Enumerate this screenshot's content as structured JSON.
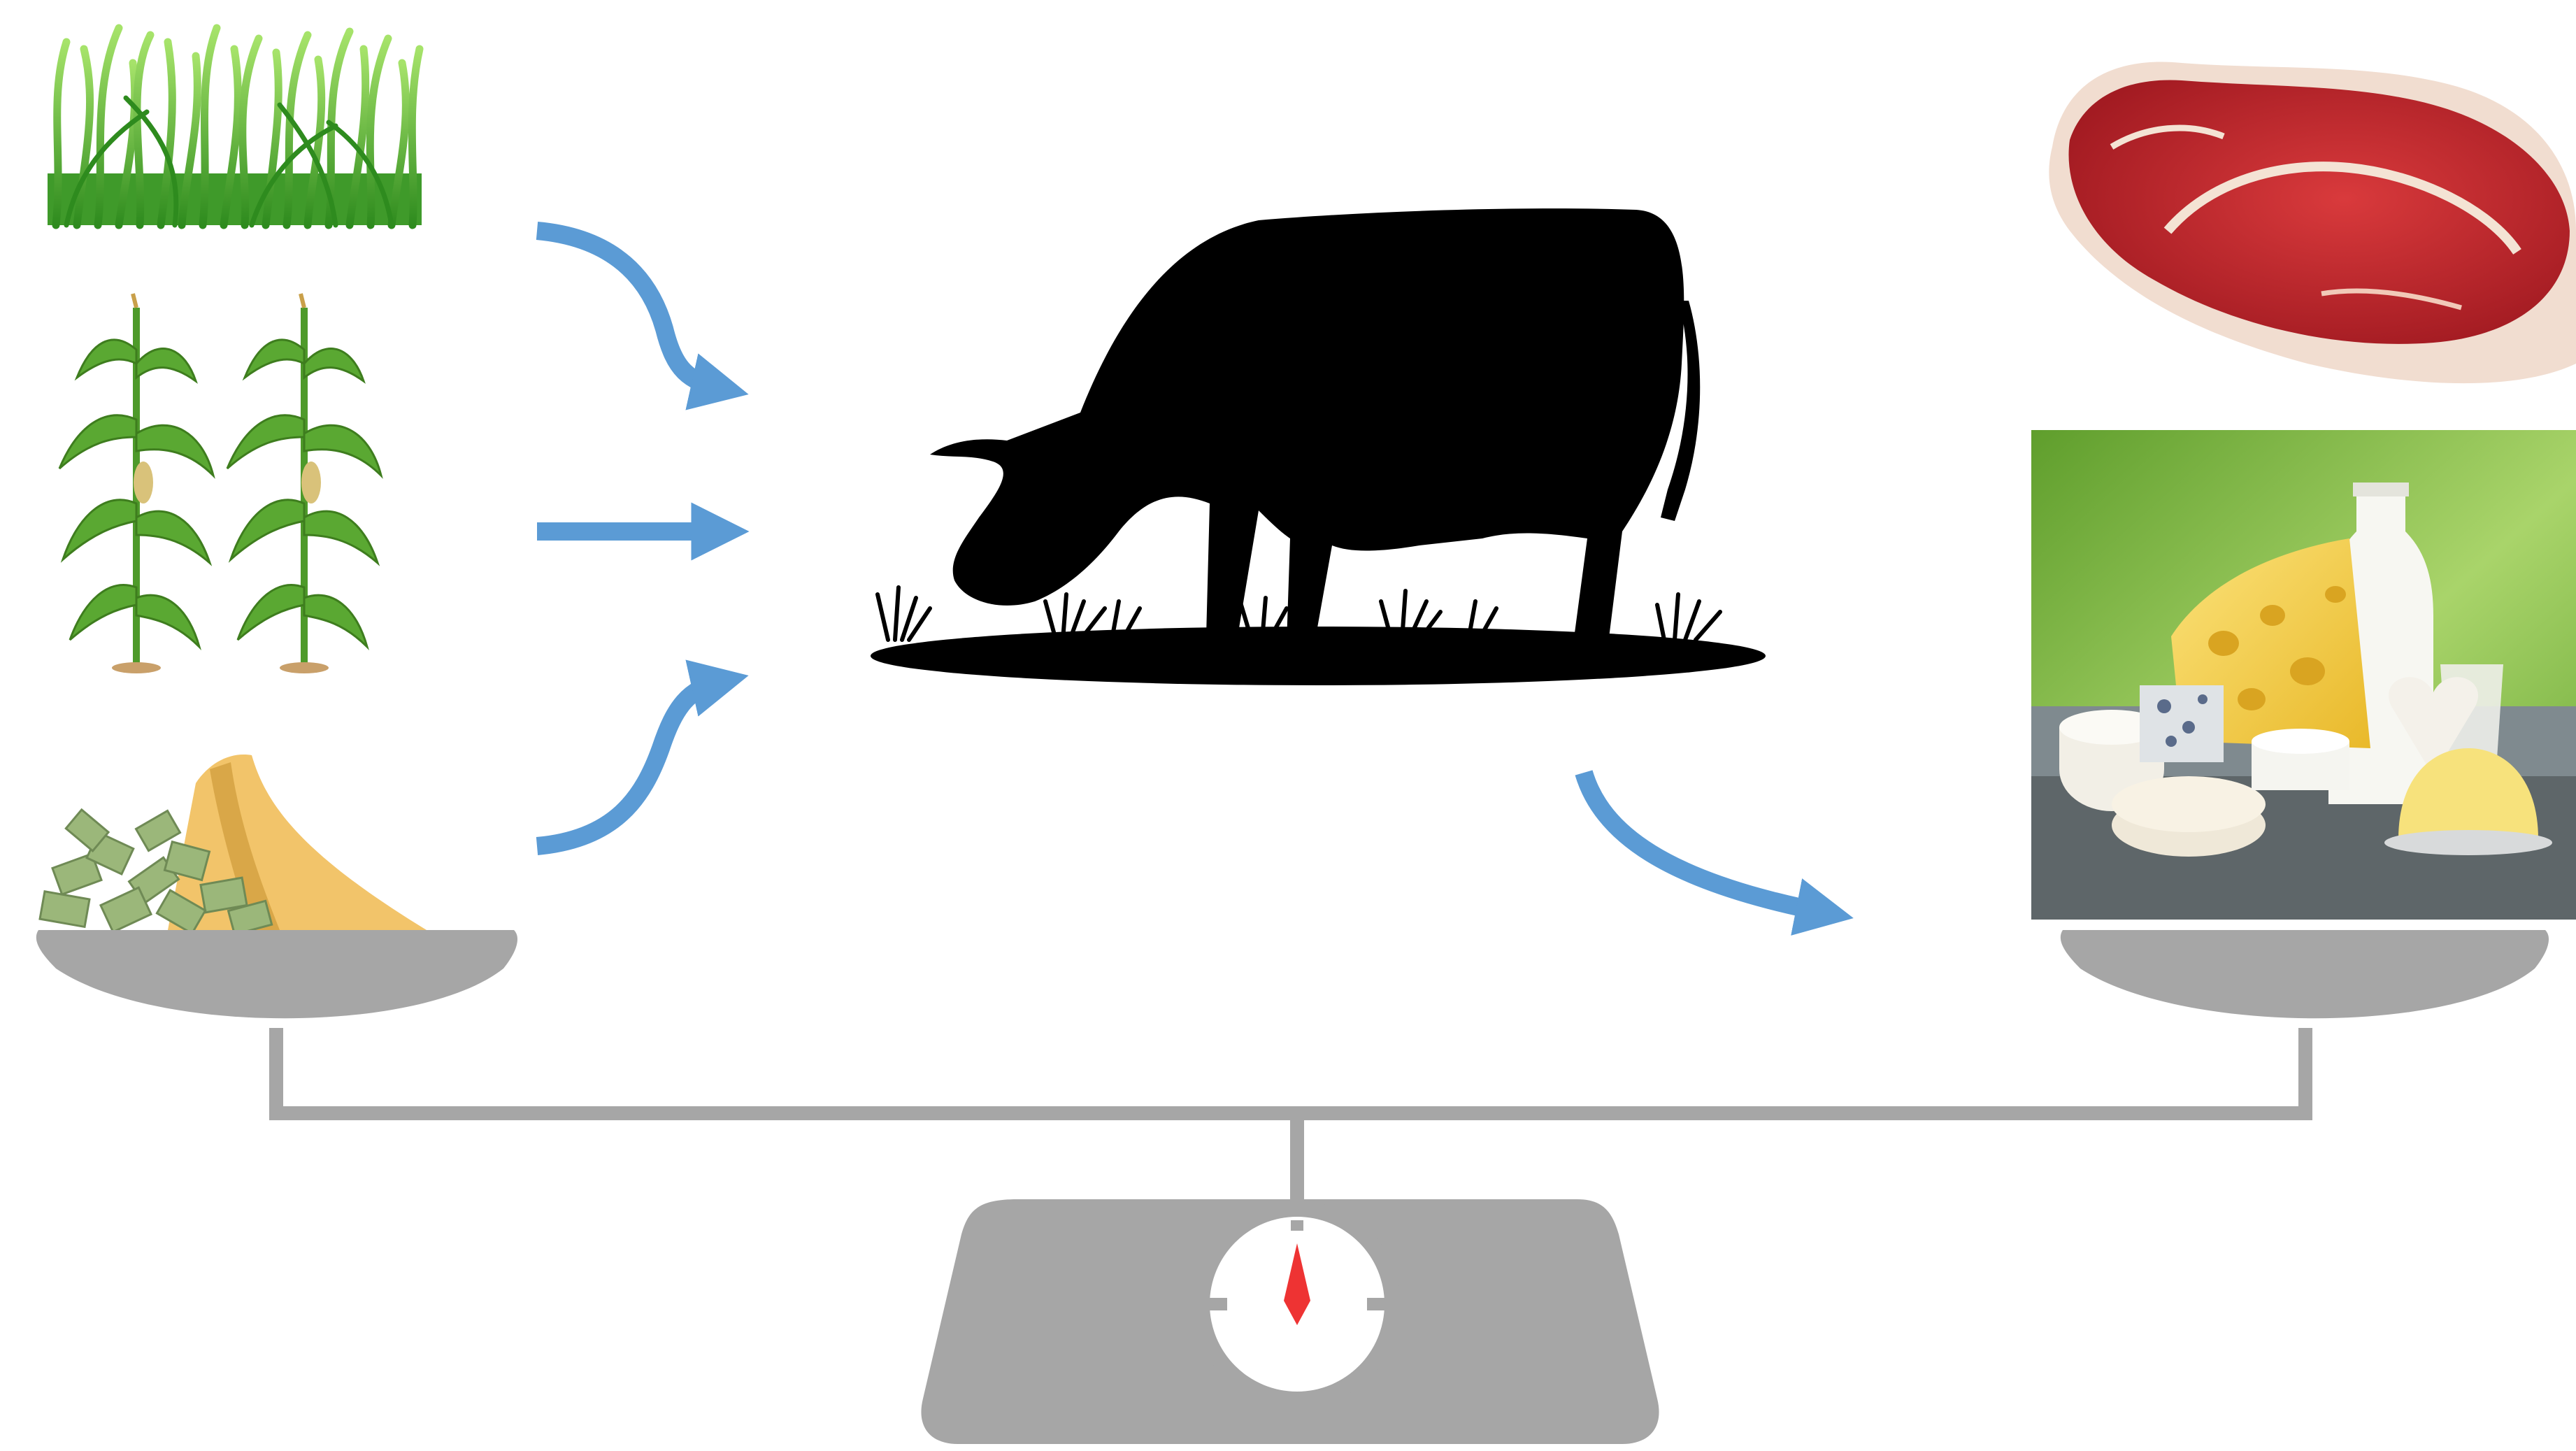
{
  "diagram": {
    "inputs": [
      {
        "name": "grass",
        "icon": "grass-icon"
      },
      {
        "name": "corn",
        "icon": "corn-plant-icon"
      },
      {
        "name": "feed",
        "icon": "feed-pile-icon"
      }
    ],
    "center": {
      "name": "grazing-cow",
      "icon": "cow-silhouette-icon"
    },
    "outputs": [
      {
        "name": "meat",
        "icon": "beef-steak-icon"
      },
      {
        "name": "dairy",
        "icon": "dairy-products-icon"
      }
    ],
    "scale": {
      "icon": "balance-scale-icon"
    }
  },
  "colors": {
    "arrow": "#5b9bd5",
    "scale": "#a6a6a6",
    "scale_dark": "#9a9a9a",
    "needle": "#ee3333",
    "cow": "#000000",
    "grass_dark": "#2e8b1e",
    "grass_light": "#7fd44a",
    "meat": "#c2262c",
    "fat": "#f4e3d4",
    "cheese": "#f7d44c",
    "dairy_bg": "#8cbf4a"
  }
}
